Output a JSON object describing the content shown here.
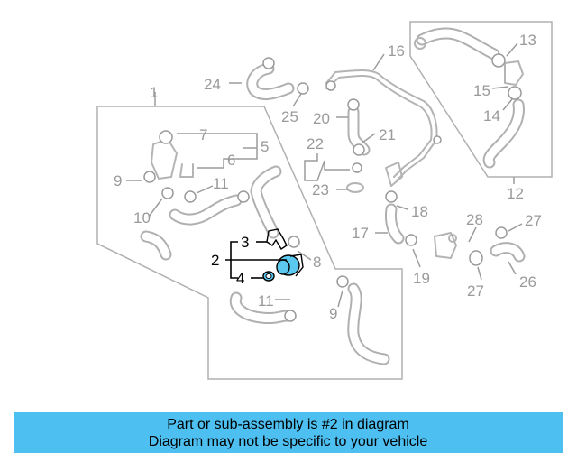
{
  "banner": {
    "line1": "Part or sub-assembly is #2 in diagram",
    "line2": "Diagram may not be specific to your vehicle",
    "background_color": "#4dbff0"
  },
  "diagram": {
    "highlight_color": "#5bc8ef",
    "highlighted_callouts": [
      "2",
      "3",
      "4"
    ],
    "callouts": {
      "c1": "1",
      "c2": "2",
      "c3": "3",
      "c4": "4",
      "c5": "5",
      "c6": "6",
      "c7": "7",
      "c8": "8",
      "c9a": "9",
      "c9b": "9",
      "c10": "10",
      "c11a": "11",
      "c11b": "11",
      "c12": "12",
      "c13": "13",
      "c14": "14",
      "c15": "15",
      "c16": "16",
      "c17": "17",
      "c18": "18",
      "c19": "19",
      "c20": "20",
      "c21": "21",
      "c22": "22",
      "c23": "23",
      "c24": "24",
      "c25": "25",
      "c26": "26",
      "c27a": "27",
      "c27b": "27",
      "c28": "28"
    }
  }
}
